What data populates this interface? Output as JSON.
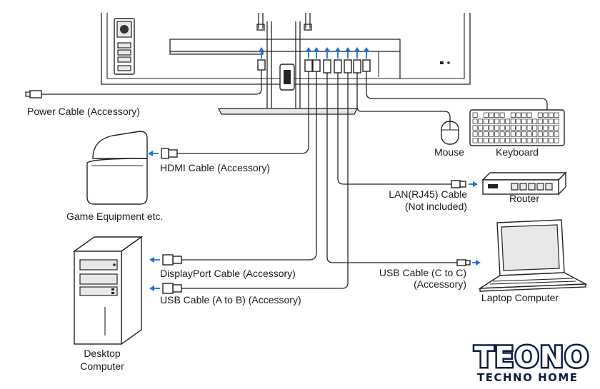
{
  "labels": {
    "power_cable": "Power Cable (Accessory)",
    "hdmi_cable": "HDMI Cable (Accessory)",
    "game_equipment": "Game Equipment etc.",
    "displayport_cable": "DisplayPort Cable (Accessory)",
    "usb_ab_cable": "USB Cable (A to B) (Accessory)",
    "desktop_line1": "Desktop",
    "desktop_line2": "Computer",
    "mouse": "Mouse",
    "keyboard": "Keyboard",
    "lan_line1": "LAN(RJ45) Cable",
    "lan_line2": "(Not included)",
    "router": "Router",
    "usb_cc_line1": "USB Cable (C to C)",
    "usb_cc_line2": "(Accessory)",
    "laptop": "Laptop Computer"
  },
  "logo": {
    "main": "TEONO",
    "sub": "TECHNO HOME"
  },
  "colors": {
    "arrow": "#1f6fd6",
    "logo_dark": "#0b1b46",
    "line": "#222222"
  }
}
